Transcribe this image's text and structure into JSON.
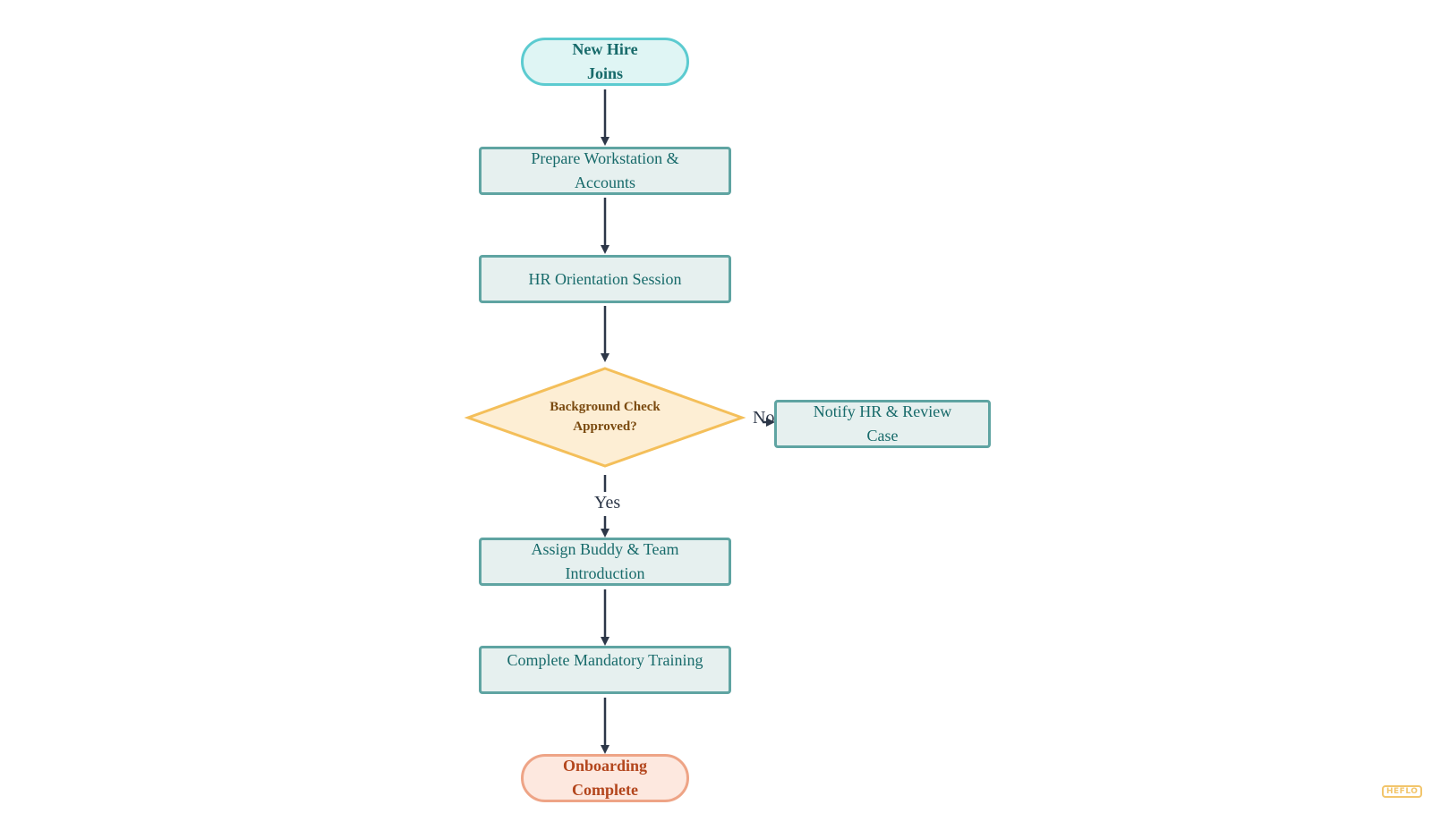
{
  "diagram": {
    "nodes": {
      "start": "New Hire\nJoins",
      "prepare": "Prepare Workstation &\nAccounts",
      "orientation": "HR Orientation Session",
      "decision": "Background Check\nApproved?",
      "notify": "Notify HR & Review\nCase",
      "buddy": "Assign Buddy & Team\nIntroduction",
      "training": "Complete Mandatory Training",
      "end": "Onboarding\nComplete"
    },
    "edge_labels": {
      "yes": "Yes",
      "no": "No"
    },
    "colors": {
      "start_fill": "#dff5f4",
      "start_border": "#5ccbd0",
      "process_fill": "#e6f0ef",
      "process_border": "#5fa4a2",
      "decision_fill": "#fdeed4",
      "decision_border": "#f4bf5a",
      "end_fill": "#fde8df",
      "end_border": "#eea486",
      "arrow": "#2d3748"
    },
    "watermark": "HEFLO"
  }
}
